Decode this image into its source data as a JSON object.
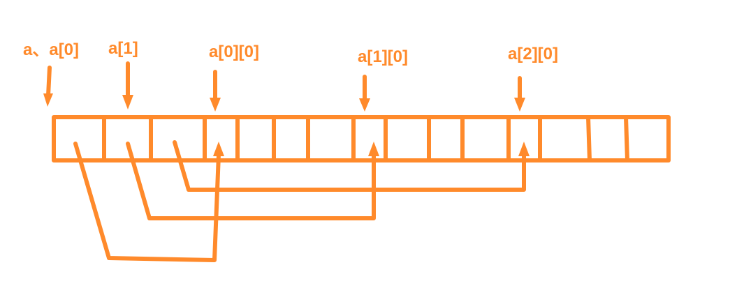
{
  "diagram": {
    "accent_color": "#FF8A2B",
    "labels": {
      "a_a0": "a、a[0]",
      "a1": "a[1]",
      "a00": "a[0][0]",
      "a10": "a[1][0]",
      "a20": "a[2][0]"
    },
    "cell_count": 15
  }
}
